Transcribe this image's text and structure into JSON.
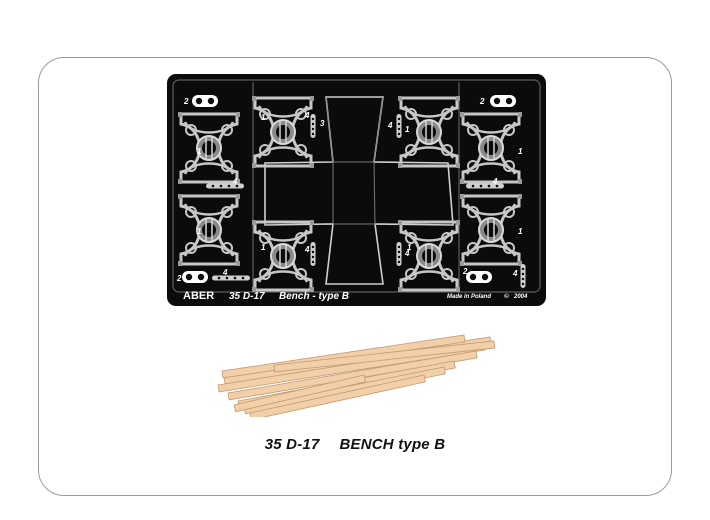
{
  "fret": {
    "brand": "ABER",
    "code": "35 D-17",
    "name": "Bench - type B",
    "made_in": "Made in Poland",
    "copyright_symbol": "©",
    "year": "2004",
    "part_numbers": [
      "1",
      "2",
      "3",
      "4"
    ],
    "colors": {
      "sheet": "#0b0b0b",
      "metal": "#c7c7c7",
      "metal_dark": "#5e5e5e",
      "label": "#ffffff"
    }
  },
  "wood": {
    "color": "#f1cfa8",
    "edge": "#c49a72",
    "strip_count": 9
  },
  "caption": {
    "code": "35 D-17",
    "title": "BENCH type B"
  }
}
